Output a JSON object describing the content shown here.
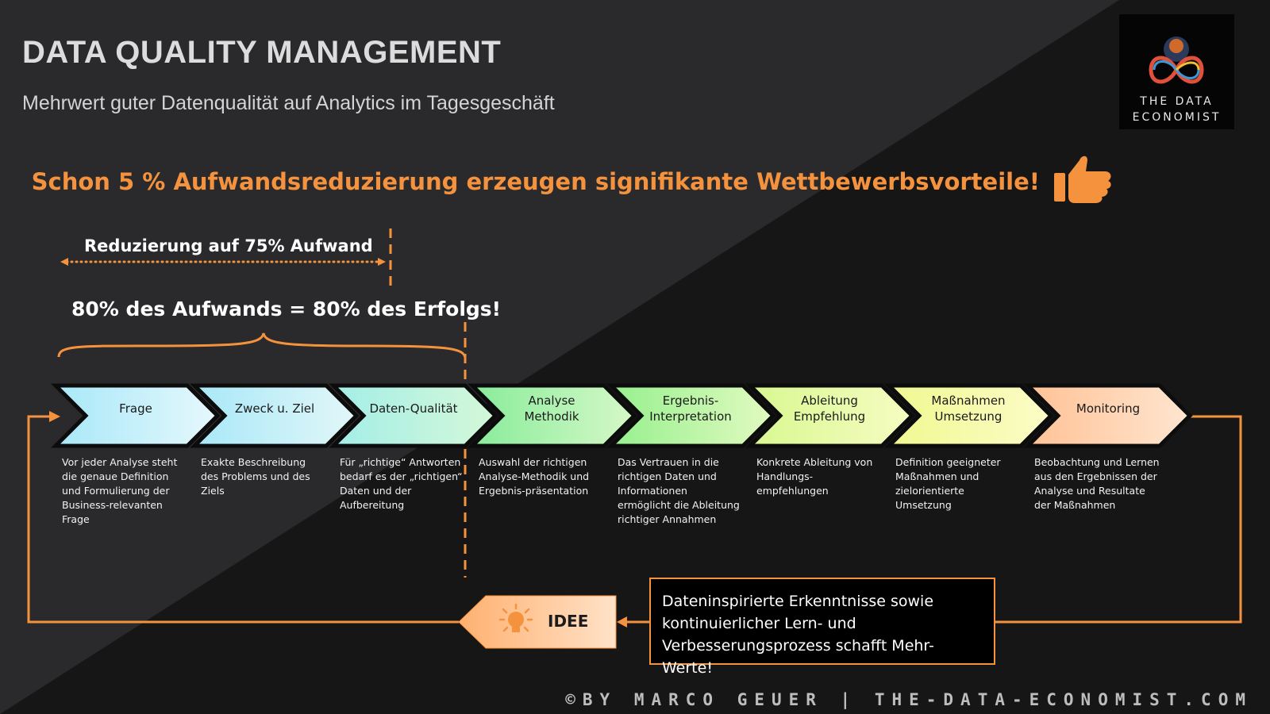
{
  "title": "DATA QUALITY MANAGEMENT",
  "subtitle": "Mehrwert guter Datenqualität auf Analytics im Tagesgeschäft",
  "logo": {
    "line1": "THE DATA",
    "line2": "ECONOMIST"
  },
  "headline": "Schon 5 % Aufwandsreduzierung erzeugen signifikante Wettbewerbsvorteile!",
  "reduction_label": "Reduzierung auf 75% Aufwand",
  "pareto_label": "80% des Aufwands = 80% des Erfolgs!",
  "steps": [
    {
      "label": "Frage",
      "desc": "Vor jeder Analyse steht die genaue Definition und Formulierung der Business-relevanten Frage"
    },
    {
      "label": "Zweck u. Ziel",
      "desc": "Exakte Beschreibung des Problems und des Ziels"
    },
    {
      "label": "Daten-Qualität",
      "desc": "Für „richtige“ Antworten bedarf es der „richtigen“ Daten und der Aufbereitung"
    },
    {
      "label": "Analyse Methodik",
      "desc": "Auswahl der richtigen Analyse-Methodik und Ergebnis-präsentation"
    },
    {
      "label": "Ergebnis-Interpretation",
      "desc": "Das Vertrauen in die richtigen Daten und Informationen ermöglicht die Ableitung richtiger Annahmen"
    },
    {
      "label": "Ableitung Empfehlung",
      "desc": "Konkrete Ableitung von Handlungs-empfehlungen"
    },
    {
      "label": "Maßnahmen Umsetzung",
      "desc": "Definition geeigneter Maßnahmen und zielorientierte Umsetzung"
    },
    {
      "label": "Monitoring",
      "desc": "Beobachtung und Lernen aus den Ergebnissen der Analyse und Resultate der Maßnahmen"
    }
  ],
  "idee_label": "IDEE",
  "insight_text": "Dateninspirierte Erkenntnisse sowie kontinuierlicher Lern- und Verbesserungsprozess schafft Mehr-Werte!",
  "footer": "©BY MARCO GEUER | THE-DATA-ECONOMIST.COM",
  "colors": {
    "accent": "#f5923e",
    "background": "#161616",
    "step_gradients": [
      [
        "#a8e8f8",
        "#e6f8fc"
      ],
      [
        "#a8e8f8",
        "#e2f7f8"
      ],
      [
        "#a4eee8",
        "#d4f8d8"
      ],
      [
        "#88ec9a",
        "#d6f8c8"
      ],
      [
        "#96f08e",
        "#e2fac0"
      ],
      [
        "#d8f890",
        "#f6fcc2"
      ],
      [
        "#f0f890",
        "#fcfcc8"
      ],
      [
        "#ffc296",
        "#ffe6d0"
      ]
    ]
  },
  "icons": [
    "thumbs-up-icon",
    "lightbulb-icon",
    "logo-infinity-icon"
  ]
}
